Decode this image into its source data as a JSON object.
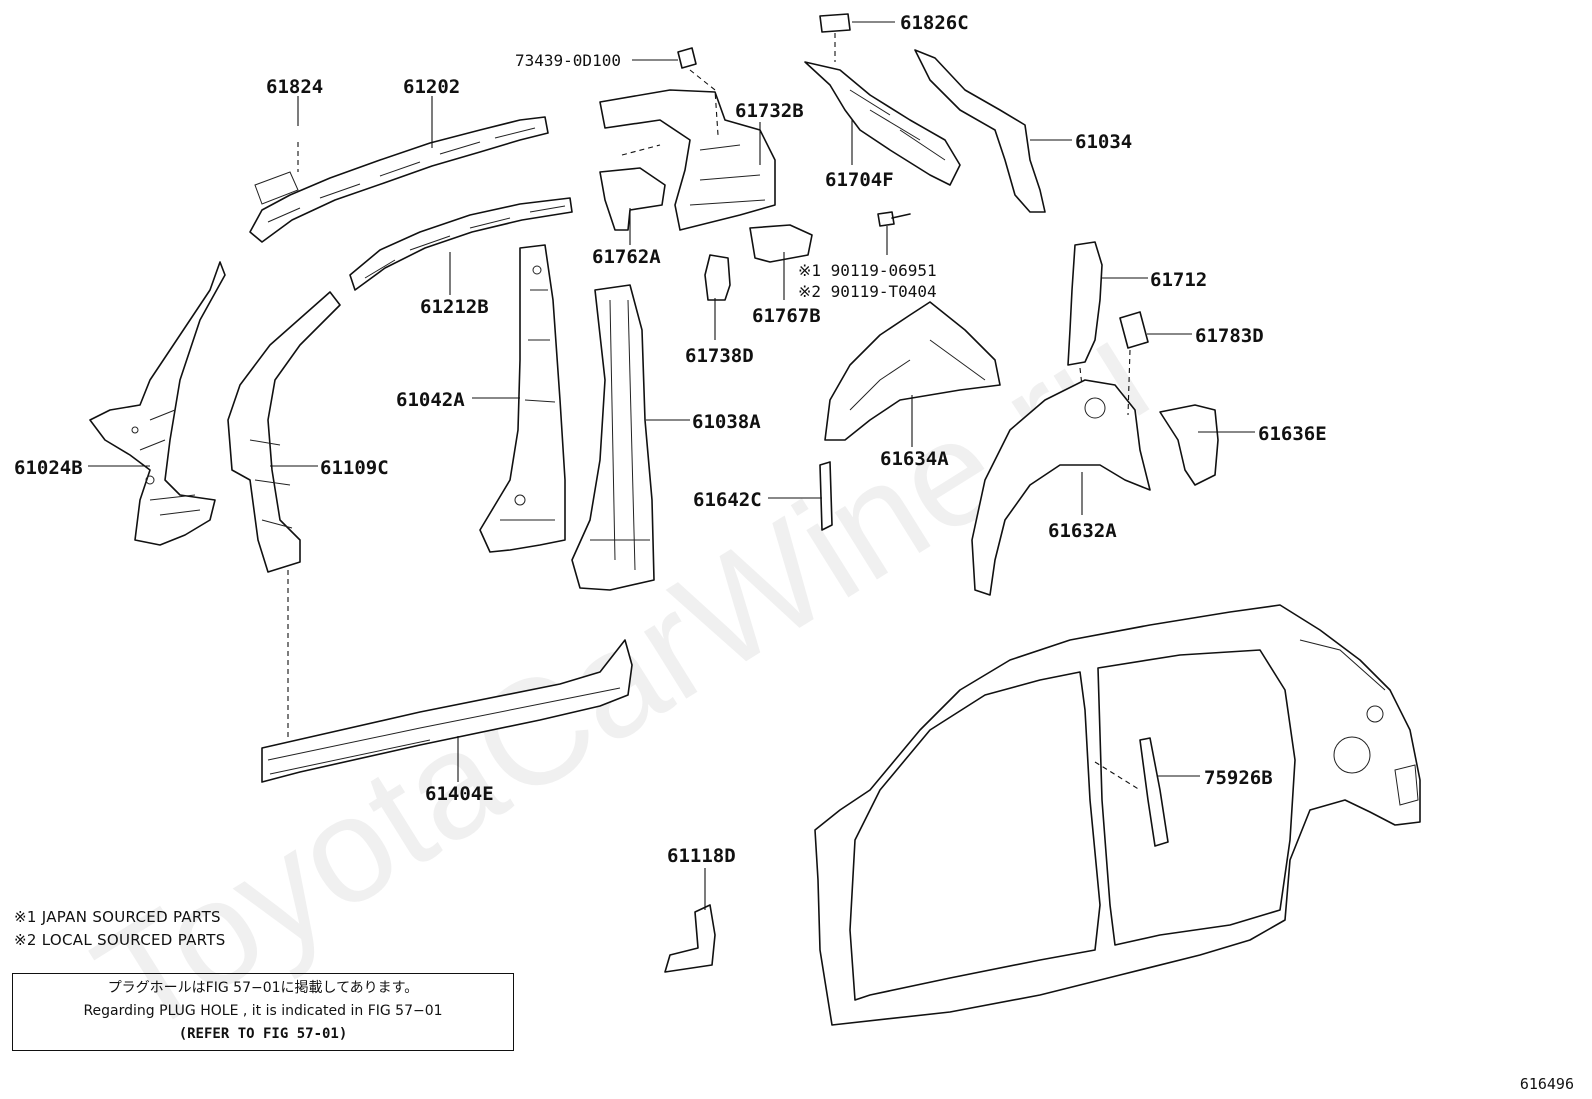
{
  "watermark": "ToyotaCarWine.ru",
  "parts": [
    {
      "id": "p61824",
      "label": "61824"
    },
    {
      "id": "p61202",
      "label": "61202"
    },
    {
      "id": "p73439",
      "label": "73439-0D100"
    },
    {
      "id": "p61826C",
      "label": "61826C"
    },
    {
      "id": "p61034",
      "label": "61034"
    },
    {
      "id": "p61732B",
      "label": "61732B"
    },
    {
      "id": "p61704F",
      "label": "61704F"
    },
    {
      "id": "p61212B",
      "label": "61212B"
    },
    {
      "id": "p61762A",
      "label": "61762A"
    },
    {
      "id": "p61767B",
      "label": "61767B"
    },
    {
      "id": "p90119a",
      "label": "※1 90119-06951"
    },
    {
      "id": "p90119b",
      "label": "※2 90119-T0404"
    },
    {
      "id": "p61712",
      "label": "61712"
    },
    {
      "id": "p61783D",
      "label": "61783D"
    },
    {
      "id": "p61738D",
      "label": "61738D"
    },
    {
      "id": "p61042A",
      "label": "61042A"
    },
    {
      "id": "p61038A",
      "label": "61038A"
    },
    {
      "id": "p61634A",
      "label": "61634A"
    },
    {
      "id": "p61636E",
      "label": "61636E"
    },
    {
      "id": "p61024B",
      "label": "61024B"
    },
    {
      "id": "p61109C",
      "label": "61109C"
    },
    {
      "id": "p61642C",
      "label": "61642C"
    },
    {
      "id": "p61632A",
      "label": "61632A"
    },
    {
      "id": "p61404E",
      "label": "61404E"
    },
    {
      "id": "p75926B",
      "label": "75926B"
    },
    {
      "id": "p61118D",
      "label": "61118D"
    }
  ],
  "notes": {
    "japan": "※1 JAPAN SOURCED PARTS",
    "local": "※2 LOCAL SOURCED PARTS"
  },
  "reference": {
    "jp": "プラグホールはFIG 57−01に掲載してあります。",
    "en": "Regarding PLUG HOLE , it is indicated in FIG 57−01",
    "refer": "(REFER TO FIG 57-01)"
  },
  "figure_number": "616496"
}
